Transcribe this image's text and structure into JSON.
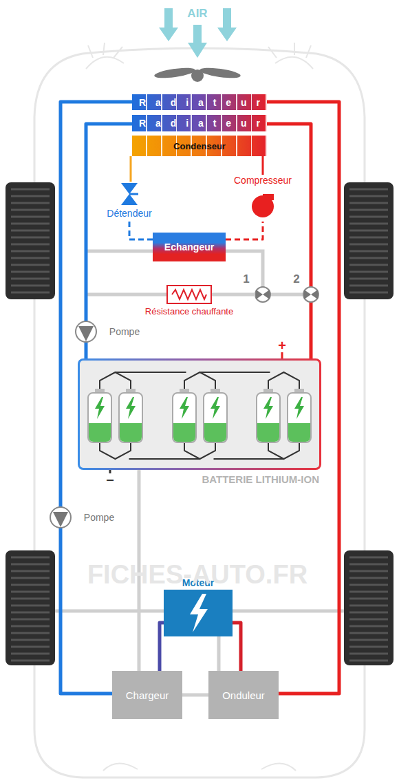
{
  "diagram": {
    "nodes": [
      {
        "text": [
          "Radiateur"
        ]
      },
      {
        "text": [
          "Radiateur"
        ]
      },
      {
        "text": [
          "Condenseur"
        ]
      },
      {
        "text": [
          "Compresseur"
        ]
      },
      {
        "text": [
          "Détendeur"
        ]
      },
      {
        "text": [
          "Echangeur"
        ]
      },
      {
        "text": [
          "Résistance chauffante"
        ]
      },
      {
        "text": [
          "BATTERIE LITHIUM-ION"
        ]
      },
      {
        "text": [
          "Moteur"
        ]
      },
      {
        "text": [
          "Chargeur"
        ]
      },
      {
        "text": [
          "Onduleur"
        ]
      }
    ],
    "edges": [
      {
        "from": 2,
        "to": 4,
        "arrow": "none"
      },
      {
        "from": 4,
        "to": 5,
        "arrow": "none"
      },
      {
        "from": 5,
        "to": 3,
        "arrow": "none"
      },
      {
        "from": 3,
        "to": 2,
        "arrow": "none"
      },
      {
        "from": 0,
        "to": 9,
        "arrow": "none"
      },
      {
        "from": 0,
        "to": 10,
        "arrow": "none"
      },
      {
        "from": 1,
        "to": 7,
        "arrow": "none"
      },
      {
        "from": 7,
        "to": 1,
        "arrow": "none"
      },
      {
        "from": 9,
        "to": 8,
        "arrow": "none"
      },
      {
        "from": 10,
        "to": 8,
        "arrow": "none"
      },
      {
        "from": 9,
        "to": 10,
        "arrow": "none"
      },
      {
        "from": 9,
        "to": 7,
        "arrow": "none"
      }
    ],
    "labels": [
      "AIR",
      "1",
      "2",
      "Pompe",
      "+",
      "–",
      "Pompe",
      "FICHES-AUTO.FR"
    ]
  }
}
